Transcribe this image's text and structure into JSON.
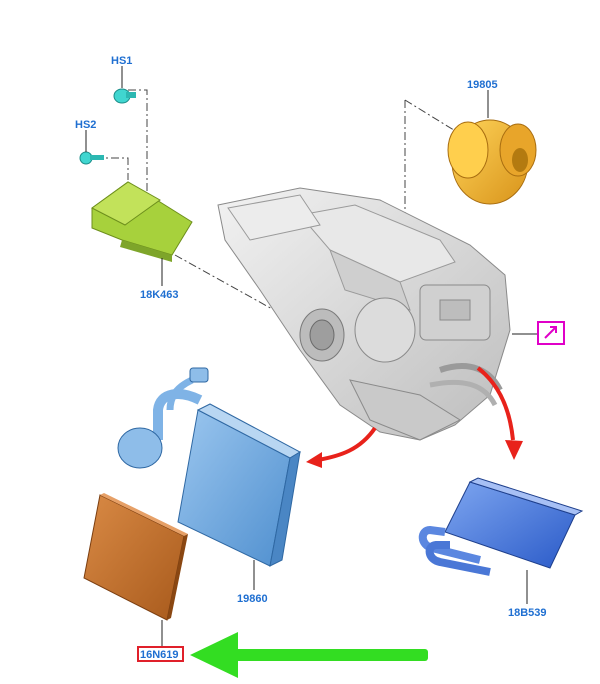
{
  "labels": {
    "hs1": "HS1",
    "hs2": "HS2",
    "bracket": "18K463",
    "blower_motor": "19805",
    "evaporator": "19860",
    "heater_core": "18B539",
    "cabin_filter": "16N619"
  },
  "colors": {
    "label_blue": "#1f6fd1",
    "housing_grey": "#d9d9d9",
    "blower_yellow": "#f2b632",
    "bracket_green": "#9acd32",
    "evaporator_blue": "#6fa8dc",
    "heater_blue": "#3b6fd1",
    "filter_brown": "#c8702a",
    "arrow_red": "#e8221b",
    "arrow_green": "#33dd22",
    "highlight_red": "#e0202a",
    "magenta": "#e000c8"
  },
  "icons": {
    "connector": "magenta-connector-icon",
    "screw": "screw-icon"
  }
}
